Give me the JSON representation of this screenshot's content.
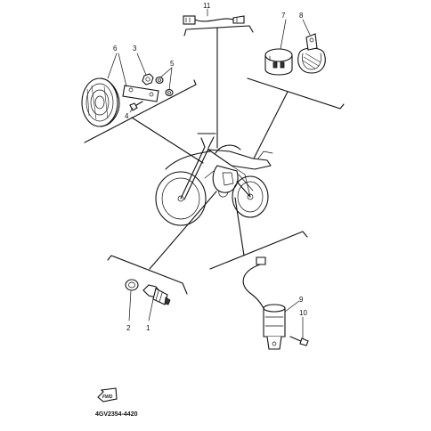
{
  "callouts": {
    "c1": "1",
    "c2": "2",
    "c3": "3",
    "c4": "4",
    "c5": "5",
    "c6": "6",
    "c7": "7",
    "c8": "8",
    "c9": "9",
    "c10": "10",
    "c11": "11"
  },
  "fwd_label": "FWD",
  "diagram_code": "4GV2354-4420"
}
